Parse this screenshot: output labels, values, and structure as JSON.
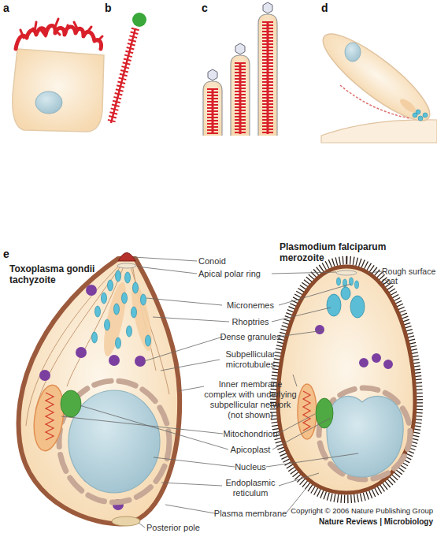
{
  "diagram": {
    "labels": [
      "a",
      "b",
      "c",
      "d",
      "e",
      "Toxoplasma gondii tachyzoite",
      "Plasmodium falciparum merozoite",
      "Conoid",
      "Apical polar ring",
      "Rough surface coat",
      "Micronemes",
      "Rhoptries",
      "Dense granules",
      "Subpellicular microtubules",
      "Inner membrane complex with underlying subpellicular network (not shown)",
      "Mitochondrion",
      "Apicoplast",
      "Nucleus",
      "Endoplasmic reticulum",
      "Plasma membrane",
      "Posterior pole",
      "Copyright © 2006 Nature Publishing Group",
      "Nature Reviews | Microbiology"
    ]
  }
}
